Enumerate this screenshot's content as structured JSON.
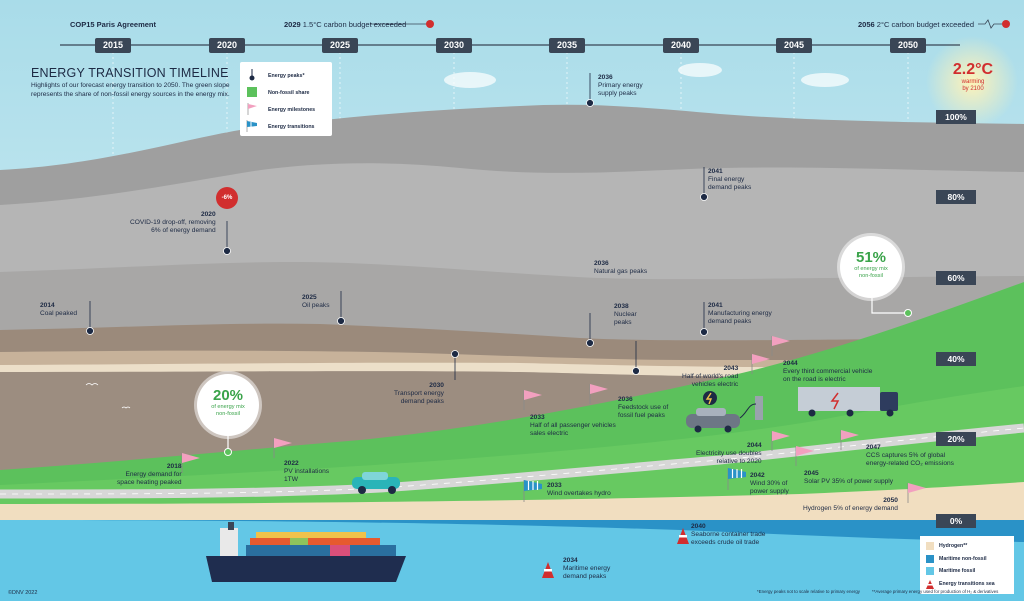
{
  "header": {
    "cop15": "COP15 Paris Agreement",
    "budget15_year": "2029",
    "budget15_text": "1.5°C carbon budget exceeded",
    "budget2_year": "2056",
    "budget2_text": "2°C carbon budget exceeded",
    "years": [
      "2015",
      "2020",
      "2025",
      "2030",
      "2035",
      "2040",
      "2045",
      "2050"
    ]
  },
  "title": "ENERGY TRANSITION TIMELINE",
  "subtitle": "Highlights of our forecast energy transition to 2050. The green slope represents the share of non-fossil energy sources in the energy mix.",
  "legend": {
    "peaks": "Energy peaks*",
    "nonfossil": "Non-fossil share",
    "milestones": "Energy milestones",
    "transitions": "Energy transitions"
  },
  "warming": {
    "value": "2.2°C",
    "label_line1": "warming",
    "label_line2": "by 2100"
  },
  "percent_ticks": [
    "100%",
    "80%",
    "60%",
    "40%",
    "20%",
    "0%"
  ],
  "bubbles": [
    {
      "value": "20%",
      "line1": "of energy mix",
      "line2": "non-fossil"
    },
    {
      "value": "51%",
      "line1": "of energy mix",
      "line2": "non-fossil"
    }
  ],
  "covid_badge": "-6%",
  "events": [
    {
      "year": "2014",
      "text": [
        "Coal peaked"
      ]
    },
    {
      "year": "2020",
      "text": [
        "COVID-19 drop-off, removing",
        "6% of energy demand"
      ]
    },
    {
      "year": "2025",
      "text": [
        "Oil peaks"
      ]
    },
    {
      "year": "2030",
      "text": [
        "Transport energy",
        "demand peaks"
      ]
    },
    {
      "year": "2036",
      "text": [
        "Primary energy",
        "supply peaks"
      ]
    },
    {
      "year": "2036",
      "text": [
        "Natural gas peaks"
      ]
    },
    {
      "year": "2038",
      "text": [
        "Nuclear",
        "peaks"
      ]
    },
    {
      "year": "2041",
      "text": [
        "Final energy",
        "demand peaks"
      ]
    },
    {
      "year": "2041",
      "text": [
        "Manufacturing energy",
        "demand peaks"
      ]
    },
    {
      "year": "2018",
      "text": [
        "Energy demand for",
        "space heating peaked"
      ]
    },
    {
      "year": "2022",
      "text": [
        "PV installations",
        "1TW"
      ]
    },
    {
      "year": "2033",
      "text": [
        "Half of all passenger vehicles",
        "sales electric"
      ]
    },
    {
      "year": "2033",
      "text": [
        "Wind overtakes hydro"
      ]
    },
    {
      "year": "2036",
      "text": [
        "Feedstock use of",
        "fossil fuel peaks"
      ]
    },
    {
      "year": "2043",
      "text": [
        "Half of world's road",
        "vehicles electric"
      ]
    },
    {
      "year": "2044",
      "text": [
        "Every third commercial vehicle",
        "on the road is electric"
      ]
    },
    {
      "year": "2044",
      "text": [
        "Electricity use doubles",
        "relative to 2020"
      ]
    },
    {
      "year": "2042",
      "text": [
        "Wind 30% of",
        "power supply"
      ]
    },
    {
      "year": "2045",
      "text": [
        "Solar PV 35% of power supply"
      ]
    },
    {
      "year": "2047",
      "text": [
        "CCS captures 5% of global",
        "energy-related CO₂ emissions"
      ]
    },
    {
      "year": "2050",
      "text": [
        "Hydrogen 5% of energy demand"
      ]
    },
    {
      "year": "2040",
      "text": [
        "Seaborne container trade",
        "exceeds crude oil trade"
      ]
    },
    {
      "year": "2034",
      "text": [
        "Maritime energy",
        "demand peaks"
      ]
    }
  ],
  "legend2": {
    "hydrogen": "Hydrogen**",
    "maritime_nonfossil": "Maritime non-fossil",
    "maritime_fossil": "Maritime fossil",
    "transitions_sea": "Energy transitions sea"
  },
  "footer": {
    "copyright": "©DNV 2022",
    "note1": "*Energy peaks not to scale relative to primary energy",
    "note2": "**Average primary energy used for production of H₂ & derivatives"
  },
  "colors": {
    "dark_tag": "#3a4656",
    "navy": "#1d2a44",
    "green": "#5cc15c",
    "pink_flag": "#f2a0bf",
    "warming_red": "#d12e2e",
    "sea": "#56bfe0"
  }
}
